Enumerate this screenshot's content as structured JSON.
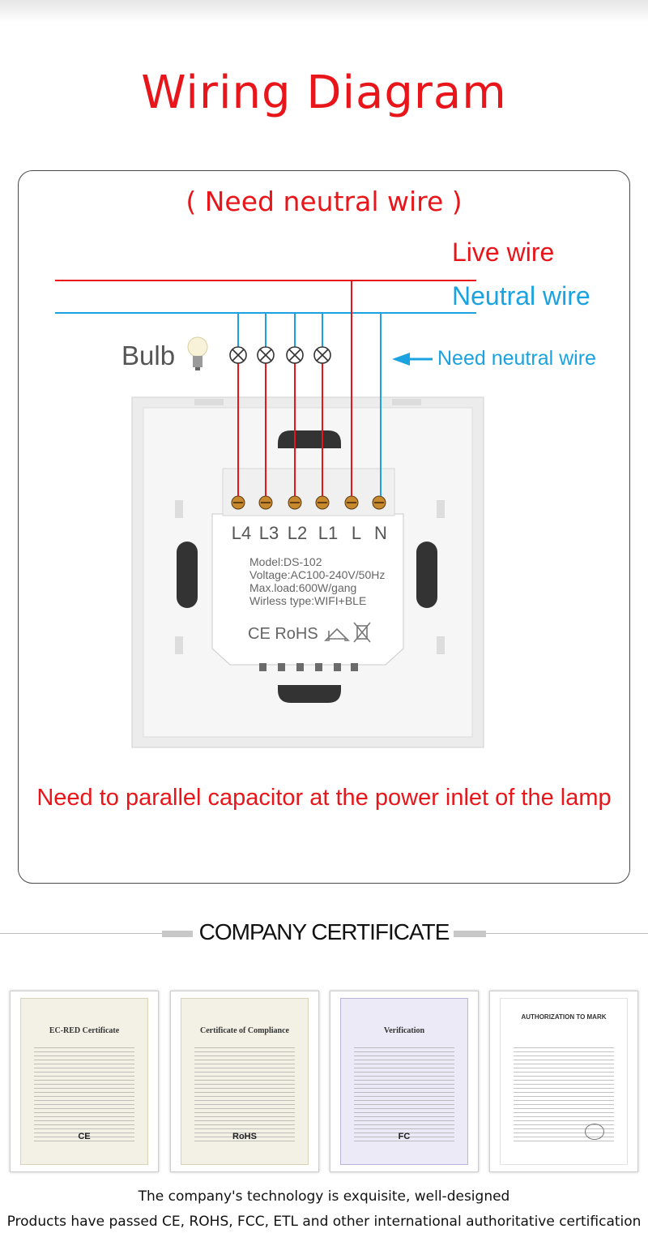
{
  "title": "Wiring Diagram",
  "diagram": {
    "note_top": "( Need neutral wire )",
    "live_wire": "Live wire",
    "neutral_wire": "Neutral wire",
    "bulb": "Bulb",
    "arrow_note": "Need neutral wire",
    "terminals": [
      "L4",
      "L3",
      "L2",
      "L1",
      "L",
      "N"
    ],
    "device_text": {
      "model": "Model:DS-102",
      "voltage": "Voltage:AC100-240V/50Hz",
      "max_load": "Max.load:600W/gang",
      "wireless": "Wirless type:WIFI+BLE",
      "marks": "CE RoHS"
    },
    "capacitor_note": "Need to parallel capacitor at the power inlet of the lamp",
    "colors": {
      "live": "#e8161a",
      "neutral": "#1aa3e0",
      "title": "#e8161a"
    }
  },
  "certificates": {
    "heading": "COMPANY CERTIFICATE",
    "items": [
      {
        "title": "EC-RED Certificate",
        "mark": "CE"
      },
      {
        "title": "Certificate of Compliance",
        "mark": "RoHS"
      },
      {
        "title": "Verification",
        "mark": "FC"
      },
      {
        "title": "AUTHORIZATION TO MARK",
        "mark": ""
      }
    ]
  },
  "footer": {
    "line1": "The company's technology is exquisite, well-designed",
    "line2": "Products have passed CE, ROHS, FCC, ETL and other international authoritative certification"
  }
}
